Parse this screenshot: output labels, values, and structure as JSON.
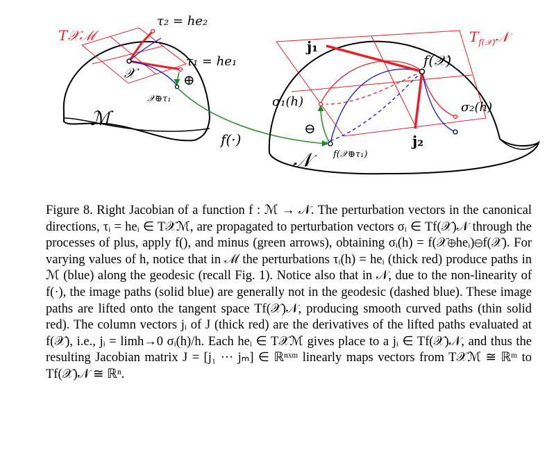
{
  "figure": {
    "labels": {
      "tangent_m": "T𝒳ℳ",
      "tau2": "τ₂ = he₂",
      "tau1": "τ₁ = he₁",
      "x_point": "𝒳",
      "oplus": "⊕",
      "x_oplus_tau": "𝒳⊕τ₁",
      "manifold_m": "ℳ",
      "f_map": "f(·)",
      "j1": "j₁",
      "f_x": "f(𝒳)",
      "tangent_n": "T",
      "tangent_n_sub": "f(𝒳)",
      "tangent_n_tail": "𝒩",
      "sigma1": "σ₁(h)",
      "sigma2": "σ₂(h)",
      "ominus": "⊖",
      "j2": "j₂",
      "f_x_oplus": "f(𝒳⊕τ₁)",
      "manifold_n": "𝒩"
    },
    "colors": {
      "red": "#e8202a",
      "blue": "#1010e0",
      "green": "#1f8a1f",
      "black": "#000000"
    }
  },
  "caption": {
    "text": "Figure 8. Right Jacobian of a function f : ℳ → 𝒩. The perturbation vectors in the canonical directions, τᵢ = heᵢ ∈ T𝒳ℳ, are propagated to perturbation vectors σᵢ ∈ Tf(𝒳)𝒩 through the processes of plus, apply f(), and minus (green arrows), obtaining σᵢ(h) = f(𝒳⊕heᵢ)⊖f(𝒳). For varying values of h, notice that in ℳ the perturbations τᵢ(h) = heᵢ (thick red) produce paths in ℳ (blue) along the geodesic (recall Fig. 1). Notice also that in 𝒩, due to the non-linearity of f(·), the image paths (solid blue) are generally not in the geodesic (dashed blue). These image paths are lifted onto the tangent space Tf(𝒳)𝒩, producing smooth curved paths (thin solid red). The column vectors jᵢ of J (thick red) are the derivatives of the lifted paths evaluated at f(𝒳), i.e., jᵢ = limh→0 σᵢ(h)/h. Each heᵢ ∈ T𝒳ℳ gives place to a jᵢ ∈ Tf(𝒳)𝒩, and thus the resulting Jacobian matrix J = [j₁ ··· jₘ] ∈ ℝⁿˣᵐ linearly maps vectors from T𝒳ℳ ≅ ℝᵐ to Tf(𝒳)𝒩 ≅ ℝⁿ."
  }
}
